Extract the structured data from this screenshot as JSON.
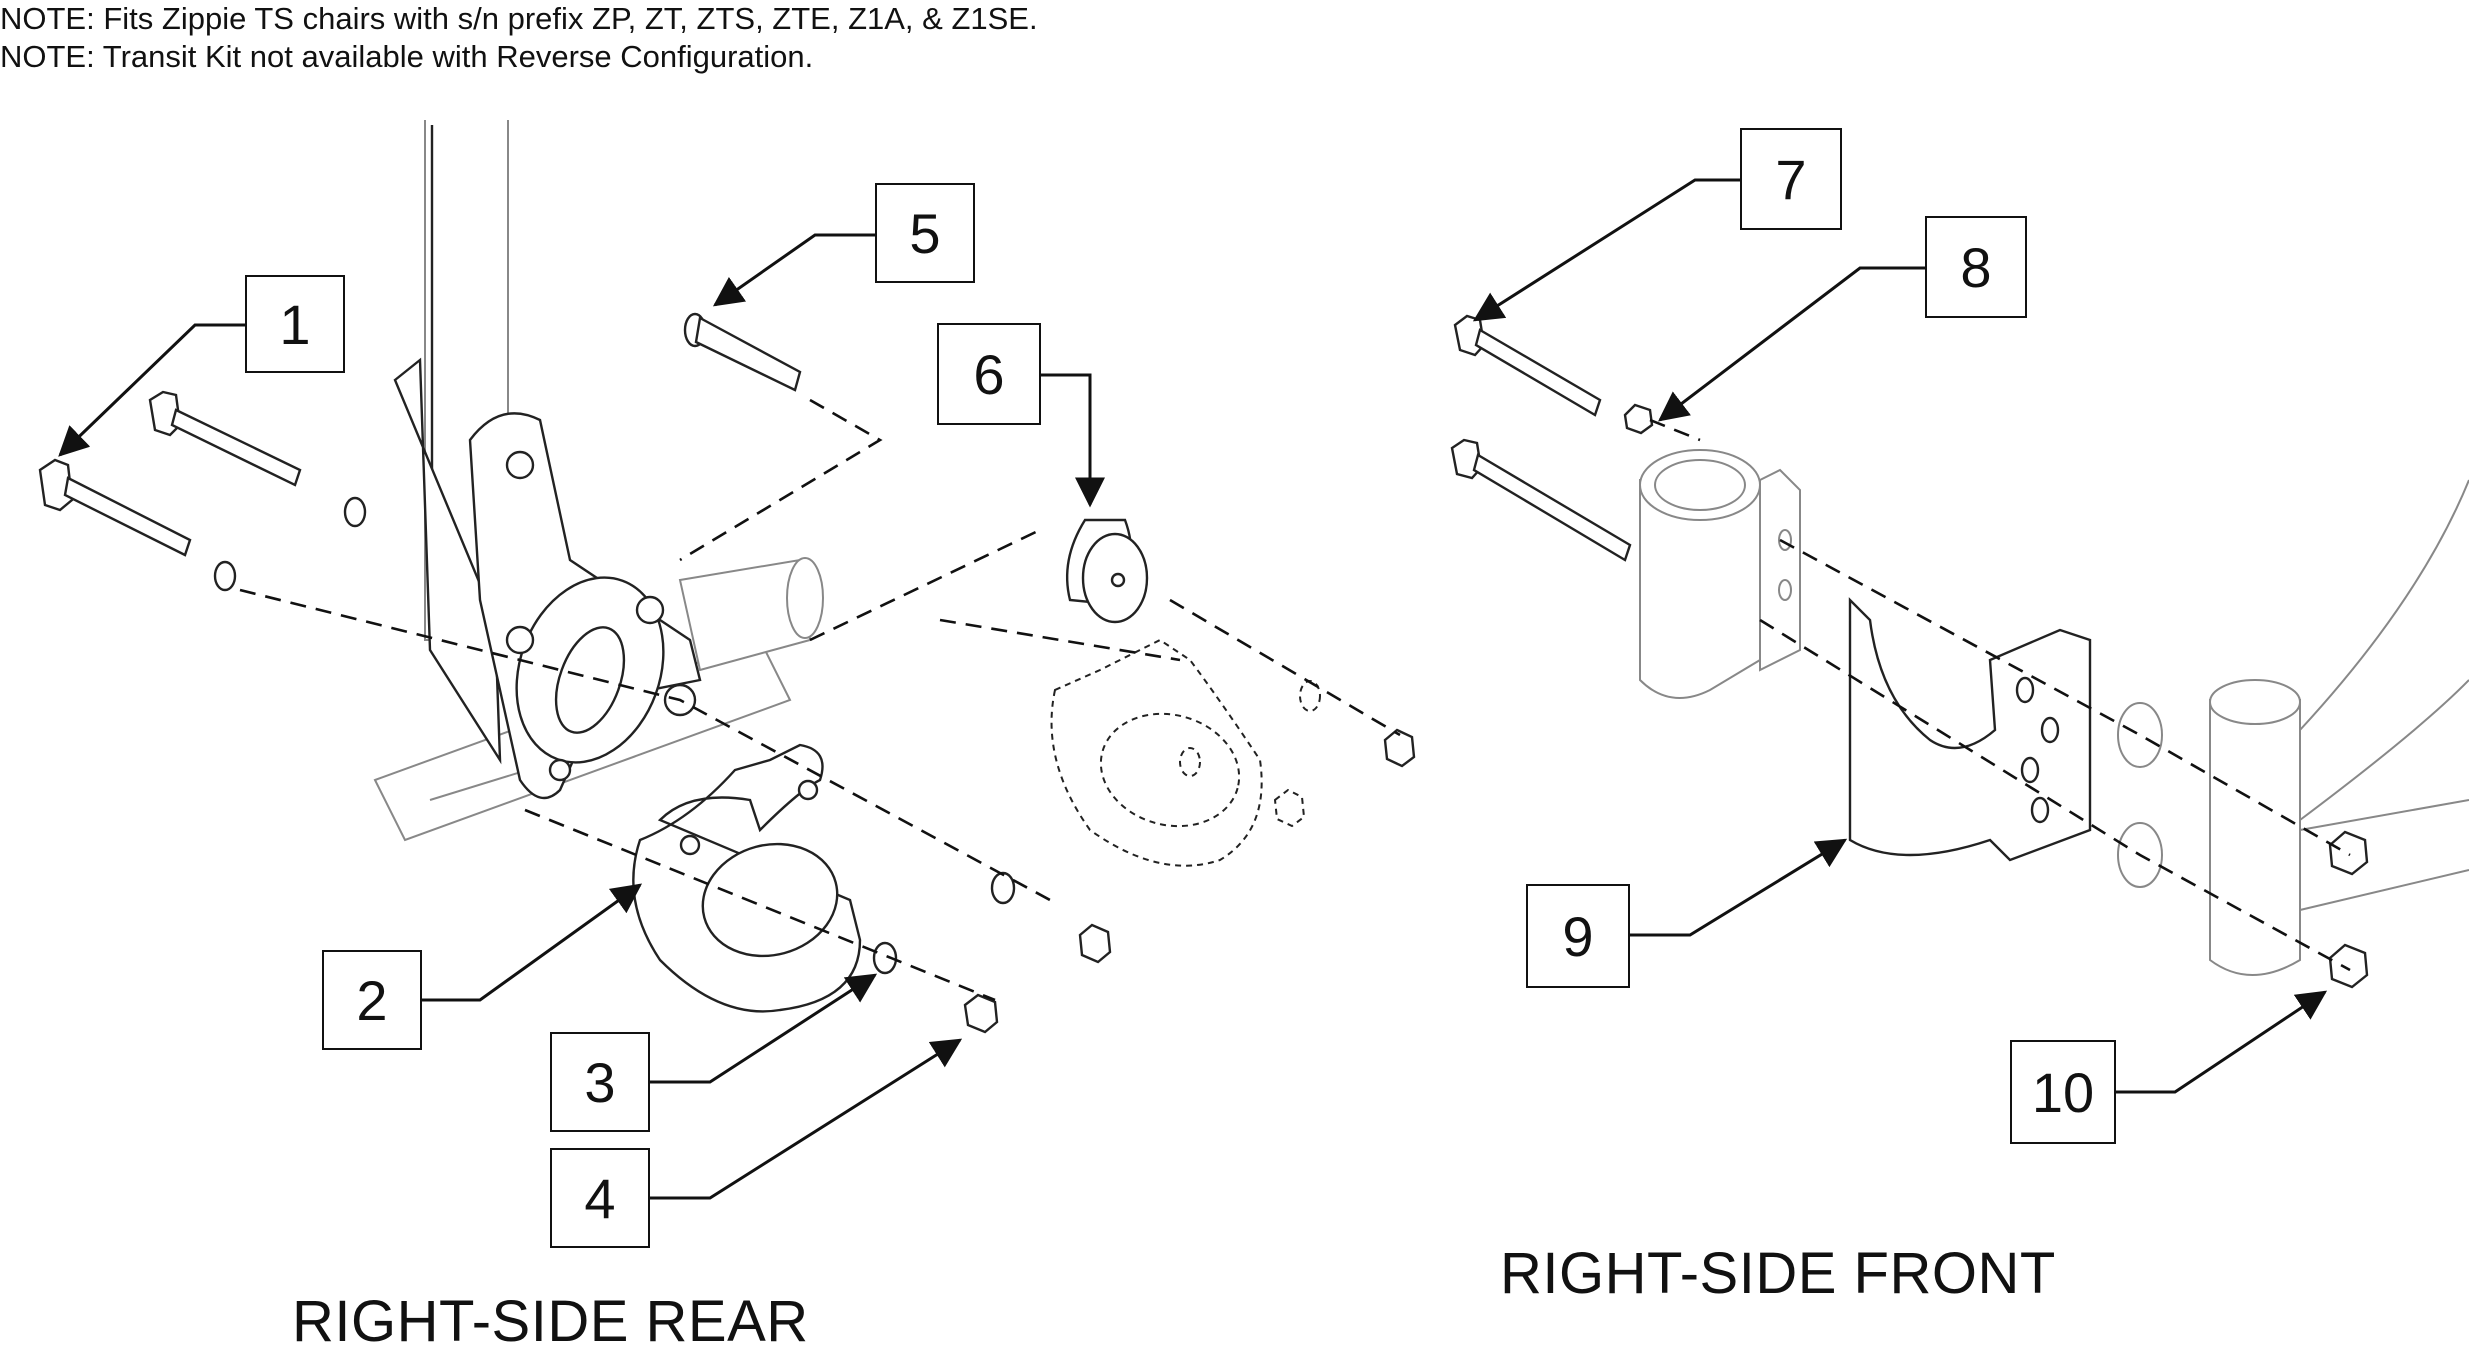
{
  "notes": [
    "NOTE: Fits Zippie TS chairs with s/n prefix ZP, ZT, ZTS, ZTE, Z1A, & Z1SE.",
    "NOTE: Transit Kit not available with Reverse Configuration."
  ],
  "callouts": [
    "1",
    "2",
    "3",
    "4",
    "5",
    "6",
    "7",
    "8",
    "9",
    "10"
  ],
  "views": {
    "rear_label": "RIGHT-SIDE REAR",
    "front_label": "RIGHT-SIDE FRONT"
  }
}
